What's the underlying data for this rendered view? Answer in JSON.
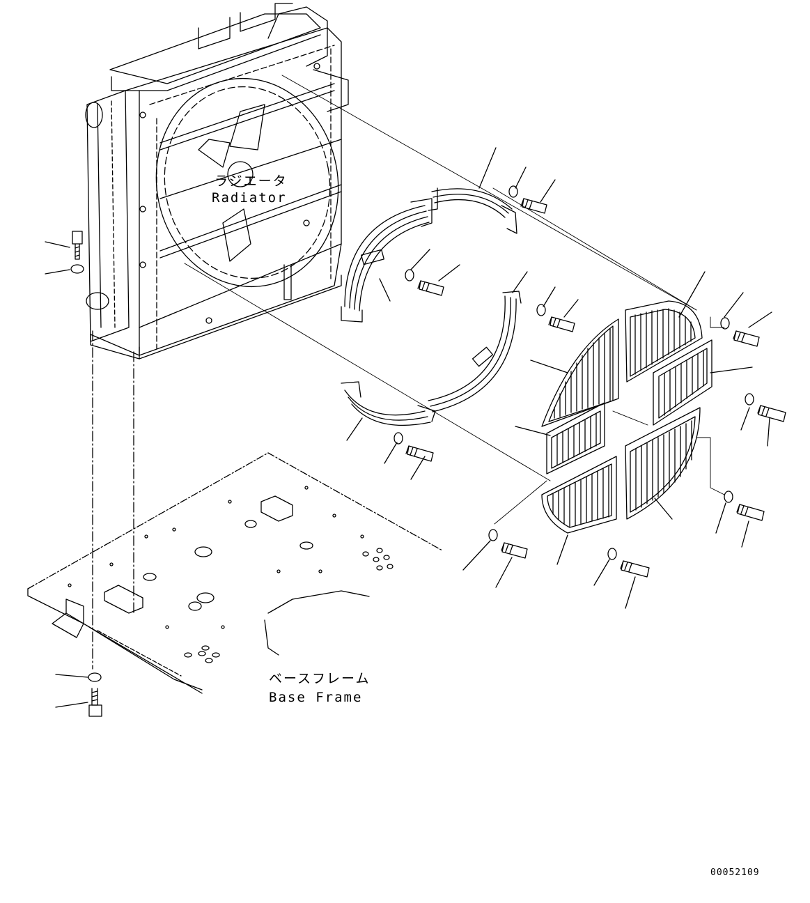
{
  "labels": {
    "radiator_ja": "ラジエータ",
    "radiator_en": "Radiator",
    "base_frame_ja": "ベースフレーム",
    "base_frame_en": "Base Frame",
    "drawing_number": "00052109"
  },
  "colors": {
    "line": "#000000",
    "background": "#ffffff"
  }
}
